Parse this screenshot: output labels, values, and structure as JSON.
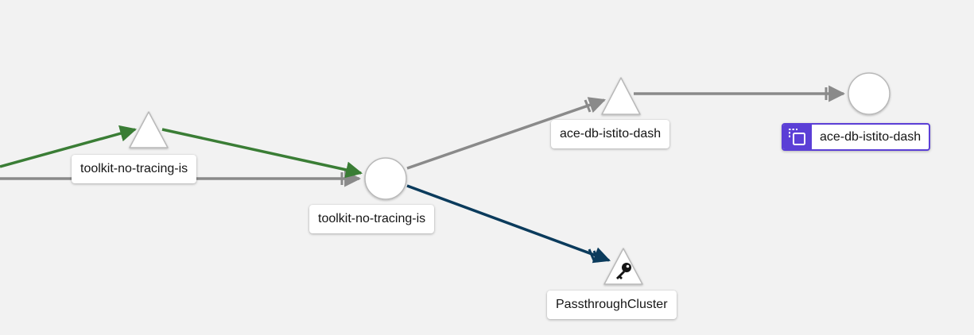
{
  "graph": {
    "nodes": {
      "left_service": {
        "label": "toolkit-no-tracing-is",
        "shape": "triangle"
      },
      "center_workload": {
        "label": "toolkit-no-tracing-is",
        "shape": "circle"
      },
      "right_service": {
        "label": "ace-db-istito-dash",
        "shape": "triangle"
      },
      "app_node": {
        "label": "ace-db-istito-dash",
        "shape": "circle",
        "badge": "app-box-icon"
      },
      "passthrough": {
        "label": "PassthroughCluster",
        "shape": "triangle",
        "icon": "key-icon"
      }
    },
    "edge_colors": {
      "healthy_green": "#3a7d35",
      "idle_gray": "#8a8a8a",
      "tcp_blue": "#0b3b5c"
    },
    "badge_color": "#5b3fd6"
  }
}
